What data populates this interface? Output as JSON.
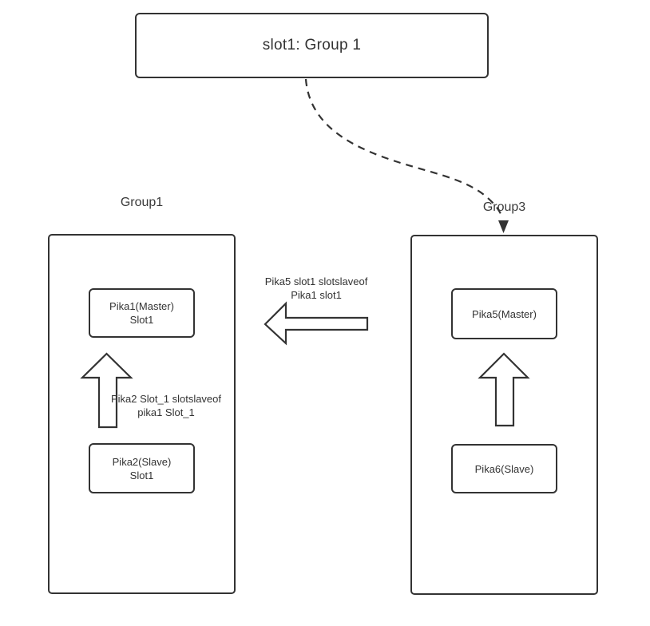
{
  "diagram": {
    "title_box": {
      "label": "slot1: Group 1"
    },
    "groups": [
      {
        "label": "Group1",
        "nodes": [
          {
            "line1": "Pika1(Master)",
            "line2": "Slot1",
            "role": "master"
          },
          {
            "line1": "Pika2(Slave)",
            "line2": "Slot1",
            "role": "slave"
          }
        ],
        "replication_arrow_label": {
          "line1": "Pika2 Slot_1 slotslaveof",
          "line2": "pika1 Slot_1"
        }
      },
      {
        "label": "Group3",
        "nodes": [
          {
            "line1": "Pika5(Master)",
            "role": "master"
          },
          {
            "line1": "Pika6(Slave)",
            "role": "slave"
          }
        ]
      }
    ],
    "migrate_arrow_label": {
      "line1": "Pika5 slot1 slotslaveof",
      "line2": "Pika1 slot1"
    },
    "colors": {
      "stroke": "#333333",
      "background": "#ffffff",
      "text": "#333333"
    }
  }
}
